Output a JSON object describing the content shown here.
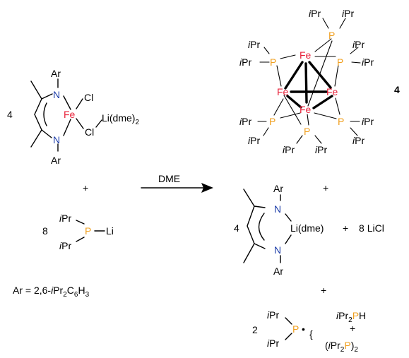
{
  "colors": {
    "nitrogen": "#1f3faa",
    "iron": "#e8223a",
    "phosphorus": "#f0a020",
    "bond": "#000000"
  },
  "reactant_complex": {
    "coeff": "4",
    "ar_top": "Ar",
    "ar_bottom": "Ar",
    "n": "N",
    "fe": "Fe",
    "cl": "Cl",
    "li_dme_main": "Li(dme)",
    "li_dme_sub": "2"
  },
  "plus": "+",
  "phosphide": {
    "coeff": "8",
    "ipr_i": "i",
    "ipr_pr": "Pr",
    "p": "P",
    "li": "Li"
  },
  "ar_def": {
    "lhs": "Ar = 2,6-",
    "i": "i",
    "pr": "Pr",
    "sub2": "2",
    "c": "C",
    "sub6": "6",
    "h": "H",
    "sub3": "3"
  },
  "arrow": {
    "label": "DME"
  },
  "cluster": {
    "compound_number": "4",
    "fe": "Fe",
    "p": "P",
    "ipr_i": "i",
    "ipr_pr": "Pr"
  },
  "li_complex": {
    "coeff": "4",
    "ar": "Ar",
    "n": "N",
    "li_dme": "Li(dme)"
  },
  "licl": {
    "coeff": "8",
    "label": "LiCl"
  },
  "radical": {
    "coeff": "2",
    "i": "i",
    "pr": "Pr",
    "p": "P",
    "dot": "•",
    "brace": "{",
    "prod1_pr2": "Pr",
    "prod1_sub": "2",
    "prod1_p": "P",
    "prod1_h": "H",
    "plus": "+",
    "prod2_open": "(",
    "prod2_pr": "Pr",
    "prod2_sub": "2",
    "prod2_p": "P",
    "prod2_close": ")",
    "prod2_sub2": "2"
  }
}
